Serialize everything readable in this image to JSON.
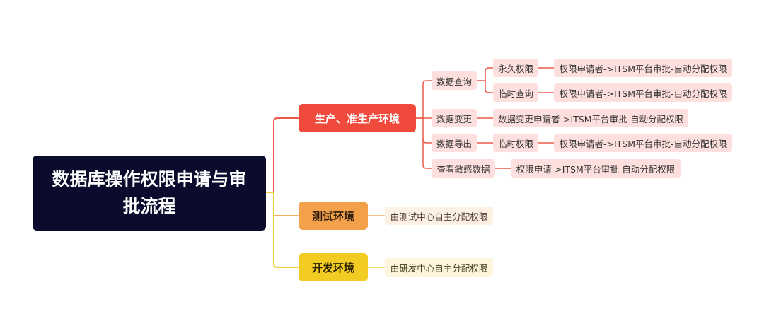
{
  "root": {
    "title": "数据库操作权限申请与审批流程"
  },
  "branches": {
    "prod": {
      "label": "生产、准生产环境",
      "query": {
        "label": "数据查询",
        "permanent": {
          "label": "永久权限",
          "process": "权限申请者->ITSM平台审批-自动分配权限"
        },
        "temporary": {
          "label": "临时查询",
          "process": "权限申请者->ITSM平台审批-自动分配权限"
        }
      },
      "change": {
        "label": "数据变更",
        "process": "数据变更申请者->ITSM平台审批-自动分配权限"
      },
      "export": {
        "label": "数据导出",
        "temporary": {
          "label": "临时权限",
          "process": "权限申请者->ITSM平台审批-自动分配权限"
        }
      },
      "sensitive": {
        "label": "查看敏感数据",
        "process": "权限申请->ITSM平台审批-自动分配权限"
      }
    },
    "test": {
      "label": "测试环境",
      "process": "由测试中心自主分配权限"
    },
    "dev": {
      "label": "开发环境",
      "process": "由研发中心自主分配权限"
    }
  },
  "colors": {
    "root": "#0b0b2e",
    "prod": "#f04a3c",
    "test": "#f2a04a",
    "dev": "#f2cc22",
    "prod_line": "#ec5a4a",
    "test_line": "#f3b15d",
    "dev_line": "#f2cc33"
  }
}
